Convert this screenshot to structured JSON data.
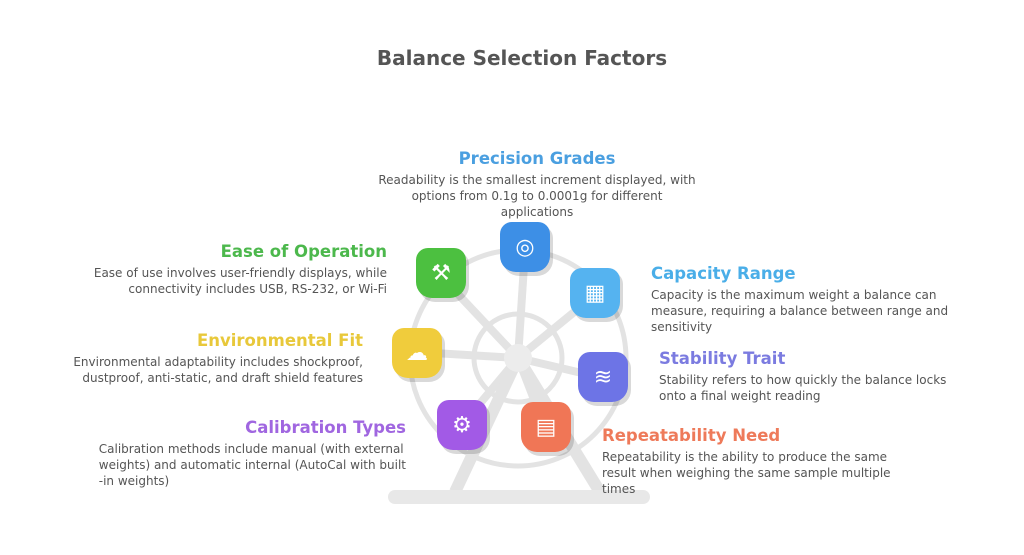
{
  "title": "Balance Selection Factors",
  "factors": [
    {
      "id": "precision",
      "heading": "Precision Grades",
      "desc": [
        "Readability is the smallest increment displayed, with",
        "options from 0.1g to 0.0001g for different",
        "applications"
      ],
      "color": "#4a9fe0",
      "icon": "disc-icon"
    },
    {
      "id": "capacity",
      "heading": "Capacity Range",
      "desc": [
        "Capacity is the maximum weight a balance can",
        "measure, requiring a balance between range and",
        "sensitivity"
      ],
      "color": "#4aaee8",
      "icon": "building-icon"
    },
    {
      "id": "stability",
      "heading": "Stability Trait",
      "desc": [
        "Stability refers to how quickly the balance locks",
        "onto a final weight reading"
      ],
      "color": "#7b7be0",
      "icon": "boat-icon"
    },
    {
      "id": "repeatability",
      "heading": "Repeatability Need",
      "desc": [
        "Repeatability is the ability to produce the same",
        "result when weighing the same sample multiple",
        "times"
      ],
      "color": "#ee7a5a",
      "icon": "book-icon"
    },
    {
      "id": "calibration",
      "heading": "Calibration Types",
      "desc": [
        "Calibration methods include manual (with external",
        "weights) and automatic internal (AutoCal with built",
        "-in weights)"
      ],
      "color": "#a066e0",
      "icon": "settings-window-icon"
    },
    {
      "id": "environmental",
      "heading": "Environmental Fit",
      "desc": [
        "Environmental adaptability includes shockproof,",
        "dustproof, anti-static, and draft shield features"
      ],
      "color": "#e8c83a",
      "icon": "cloud-box-icon"
    },
    {
      "id": "ease",
      "heading": "Ease of Operation",
      "desc": [
        "Ease of use involves user-friendly displays, while",
        "connectivity includes USB, RS-232, or Wi-Fi"
      ],
      "color": "#4cb84c",
      "icon": "robot-arm-icon"
    }
  ]
}
